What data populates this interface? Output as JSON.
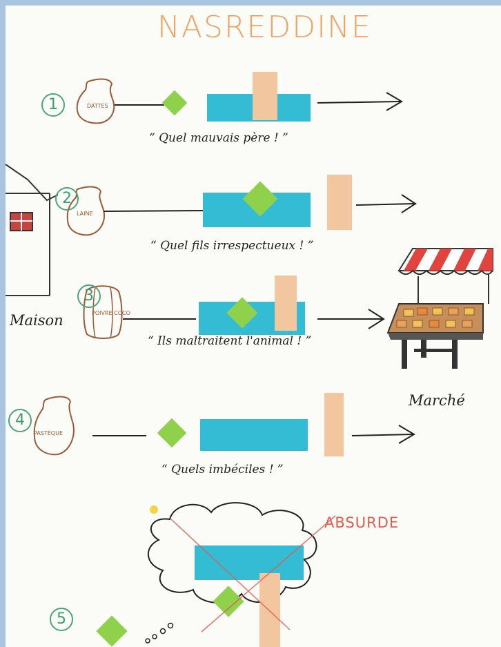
{
  "title": "NASREDDINE",
  "steps": [
    {
      "number": "1",
      "jar_label": "DATTES",
      "quote": "“ Quel mauvais père ! ”"
    },
    {
      "number": "2",
      "jar_label": "LAINE",
      "quote": "“ Quel fils irrespectueux ! ”"
    },
    {
      "number": "3",
      "jar_label": "POIVRE COCO",
      "quote": "“ Ils maltraitent l'animal ! ”"
    },
    {
      "number": "4",
      "jar_label": "PASTÈQUE",
      "quote": "“ Quels imbéciles ! ”"
    },
    {
      "number": "5"
    }
  ],
  "places": {
    "house": "Maison",
    "market": "Marché"
  },
  "cloud_label": "ABSURDE",
  "colors": {
    "background": "#a9c4de",
    "paper": "#fbfbf8",
    "title": "#f0a464",
    "donkey": "#33bcd3",
    "father": "#f2c7a0",
    "son": "#8fd14a",
    "jar": "#9c5a37",
    "number": "#4aa679",
    "absurde": "#e35b4c"
  }
}
